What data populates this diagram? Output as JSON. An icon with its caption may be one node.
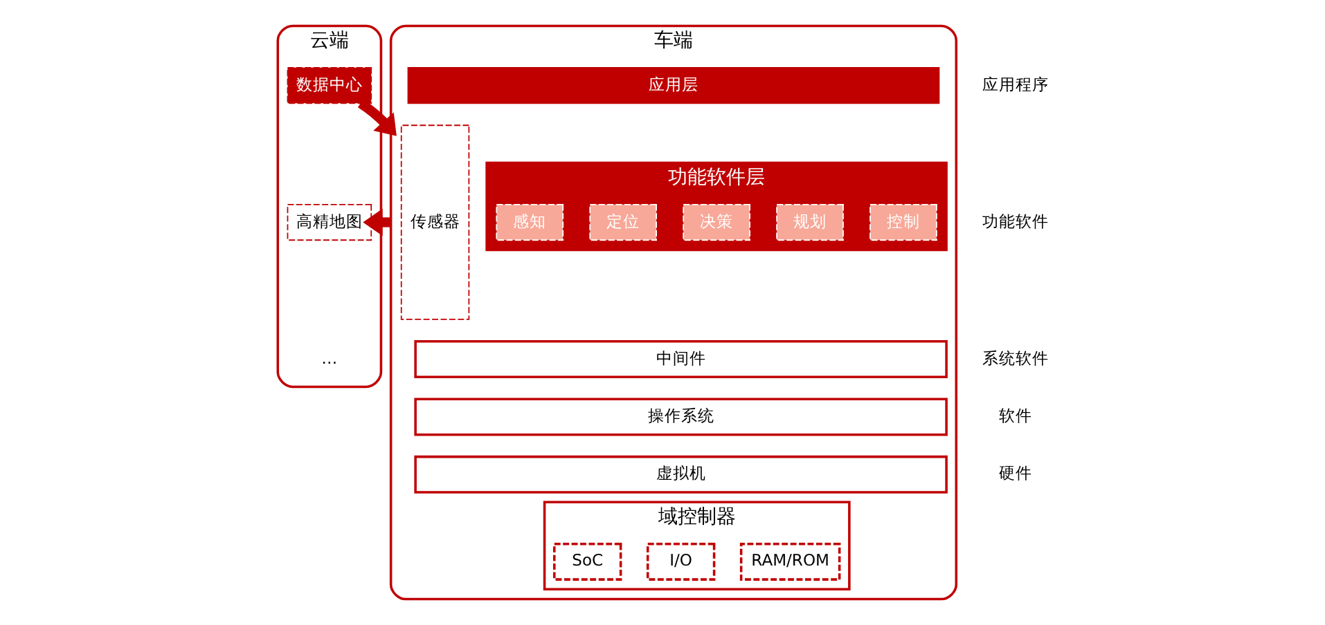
{
  "diagram": {
    "nodes": [
      {
        "text": [
          "云端"
        ]
      },
      {
        "text": [
          "数据中心"
        ],
        "in": 0
      },
      {
        "text": [
          "高精地图"
        ],
        "in": 0
      },
      {
        "text": [
          "车端"
        ]
      },
      {
        "text": [
          "传感器"
        ],
        "in": 3
      },
      {
        "text": [
          "应用层"
        ],
        "in": 3
      },
      {
        "text": [
          "功能软件层"
        ],
        "in": 3
      },
      {
        "text": [
          "感知"
        ],
        "in": 6
      },
      {
        "text": [
          "定位"
        ],
        "in": 6
      },
      {
        "text": [
          "决策"
        ],
        "in": 6
      },
      {
        "text": [
          "规划"
        ],
        "in": 6
      },
      {
        "text": [
          "控制"
        ],
        "in": 6
      },
      {
        "text": [
          "中间件"
        ],
        "in": 3
      },
      {
        "text": [
          "操作系统"
        ],
        "in": 3
      },
      {
        "text": [
          "虚拟机"
        ],
        "in": 3
      },
      {
        "text": [
          "域控制器"
        ],
        "in": 3
      },
      {
        "text": [
          "SoC"
        ],
        "in": 15
      },
      {
        "text": [
          "I/O"
        ],
        "in": 15
      },
      {
        "text": [
          "RAM/ROM"
        ],
        "in": 15
      }
    ],
    "edges": [
      {
        "from": 1,
        "to": 3,
        "arrow": "to"
      },
      {
        "from": 3,
        "to": 2,
        "arrow": "to"
      }
    ],
    "labels": [
      "…",
      "应用程序",
      "功能软件",
      "系统软件",
      "软件",
      "硬件"
    ]
  }
}
